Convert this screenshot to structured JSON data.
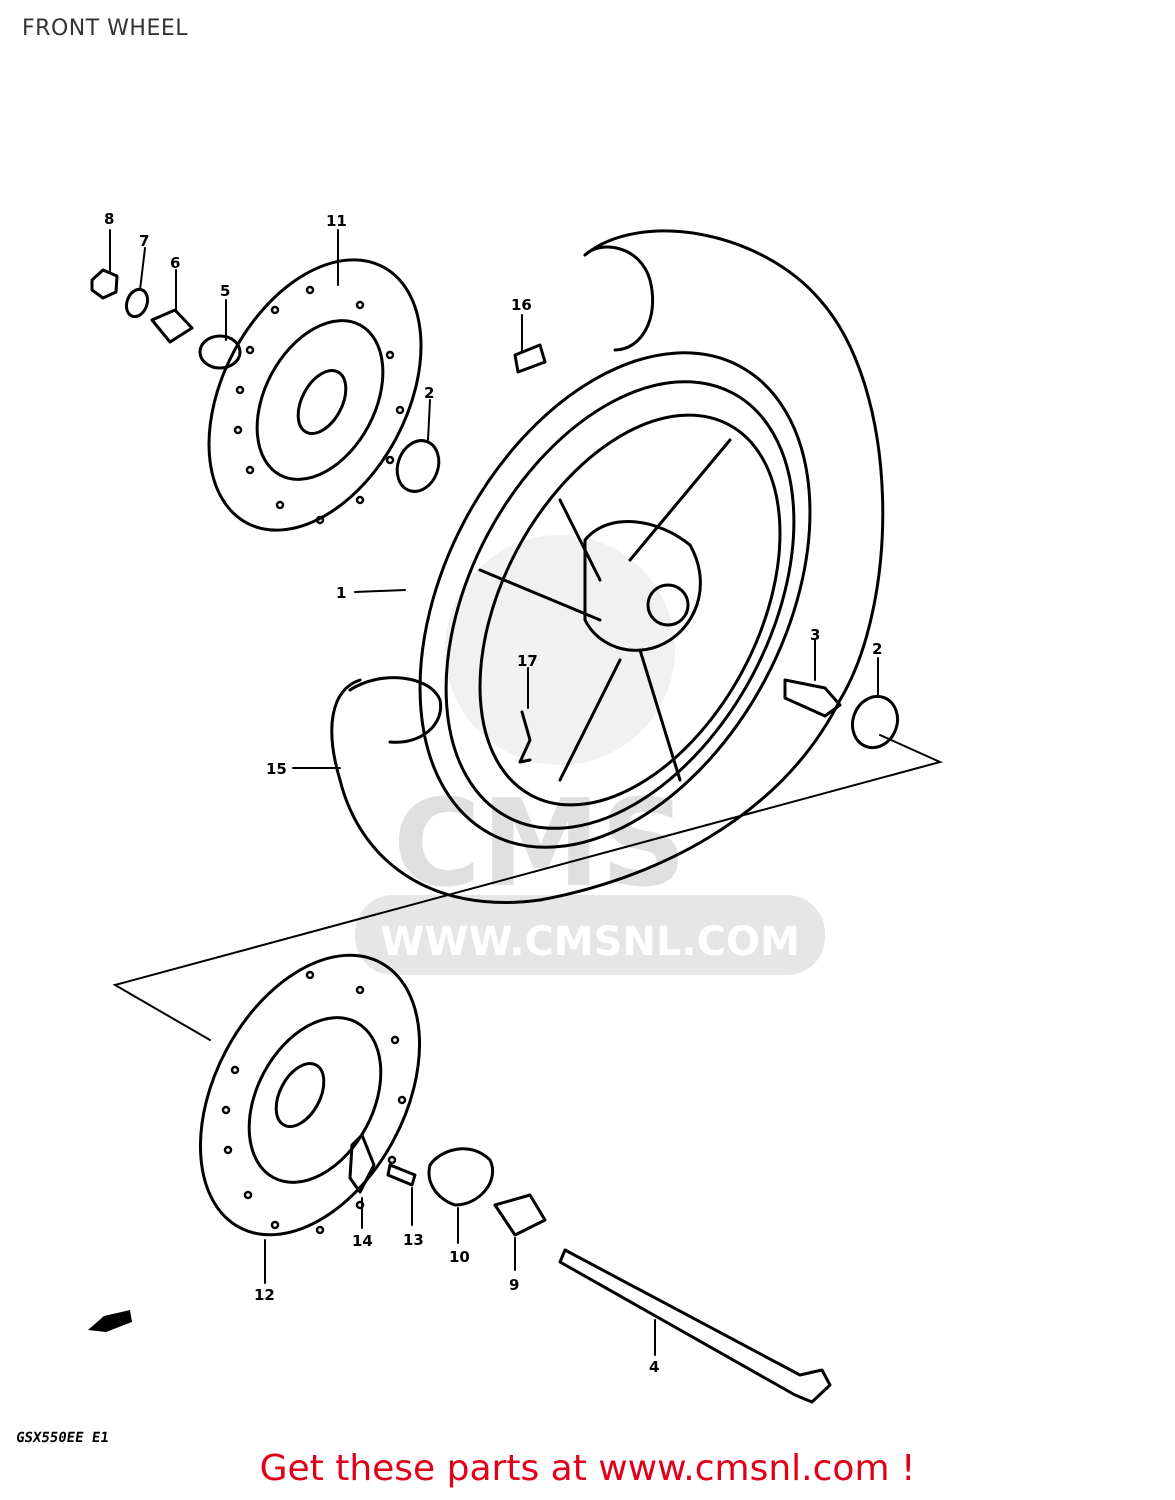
{
  "page": {
    "title": "FRONT WHEEL"
  },
  "watermark": {
    "site": "WWW.CMSNL.COM",
    "logo_text": "CMS"
  },
  "callouts": [
    "1",
    "2",
    "2",
    "3",
    "4",
    "5",
    "6",
    "7",
    "8",
    "9",
    "10",
    "11",
    "12",
    "13",
    "14",
    "15",
    "16",
    "17"
  ],
  "footnote": {
    "model": "GSX550EE E1"
  },
  "promo": {
    "text": "Get these parts at www.cmsnl.com !"
  },
  "colors": {
    "promo": "#e1001a",
    "ink": "#000000",
    "watermark": "#e6e6e6"
  },
  "icons": {
    "direction": "front-arrow-icon"
  }
}
